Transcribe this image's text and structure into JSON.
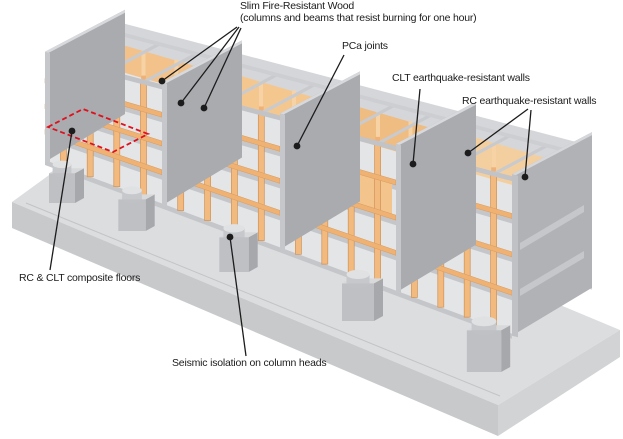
{
  "diagram": {
    "title_visible": false,
    "annotations": {
      "slim_wood": {
        "line1": "Slim Fire-Resistant Wood",
        "line2": "(columns and beams that resist burning for one hour)"
      },
      "pca_joints": {
        "text": "PCa joints"
      },
      "clt_walls": {
        "text": "CLT earthquake-resistant walls"
      },
      "rc_walls": {
        "text": "RC earthquake-resistant walls"
      },
      "composite_floors": {
        "text": "RC & CLT composite floors"
      },
      "seismic_isolation": {
        "text": "Seismic isolation on column heads"
      }
    },
    "colors": {
      "wood": "#f2ba7e",
      "wood_beam": "#efb273",
      "clt_panel": "#f2c28a",
      "concrete_light": "#dcdddf",
      "concrete_mid": "#b1b2b6",
      "concrete_dark": "#a7a8ac",
      "highlight_red": "#e0101e",
      "leader": "#1c1c1c",
      "background": "#ffffff"
    }
  }
}
